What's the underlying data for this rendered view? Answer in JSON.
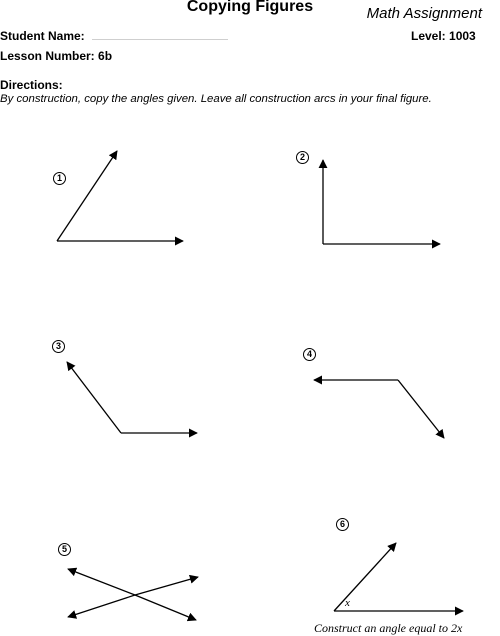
{
  "header": {
    "title": "Copying Figures",
    "assignment": "Math Assignment",
    "student_name_label": "Student Name:",
    "level_label": "Level: 1003",
    "lesson_label": "Lesson Number: 6b"
  },
  "directions": {
    "heading": "Directions:",
    "text": "By construction, copy the angles given.  Leave all construction arcs in your final figure."
  },
  "figures": [
    {
      "number": "1"
    },
    {
      "number": "2"
    },
    {
      "number": "3"
    },
    {
      "number": "4"
    },
    {
      "number": "5"
    },
    {
      "number": "6",
      "angle_label": "x",
      "caption": "Construct an angle equal to 2x"
    }
  ]
}
